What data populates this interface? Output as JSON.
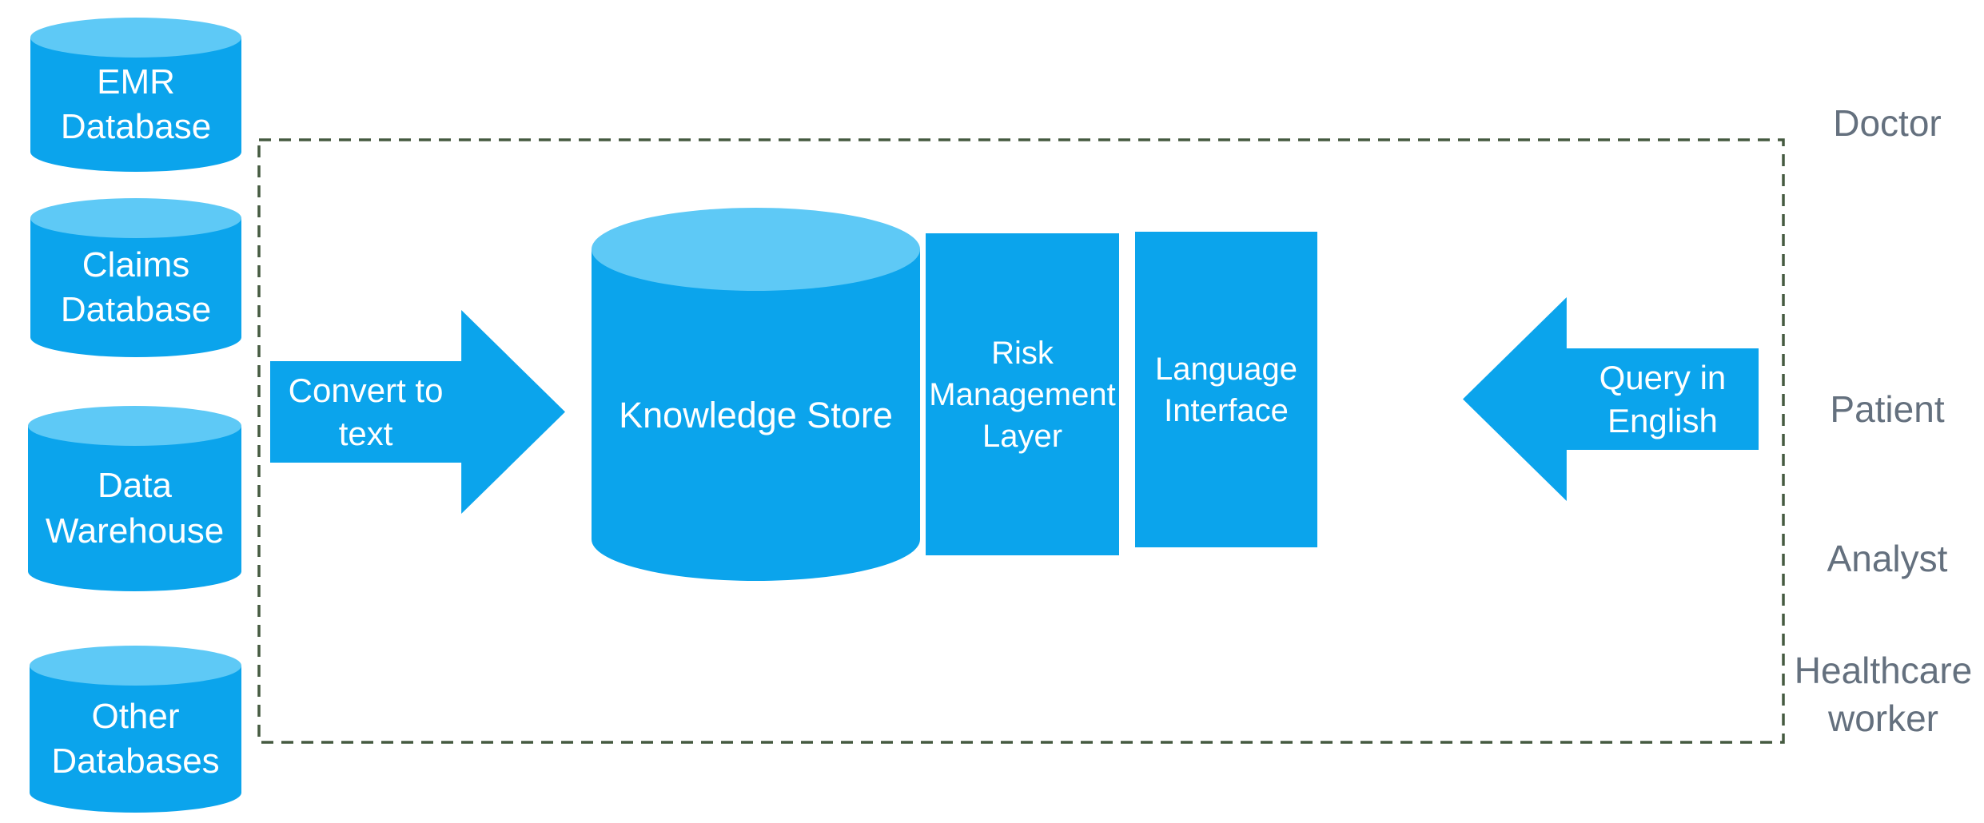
{
  "theme": {
    "shape_blue": "#0ba4ec",
    "cylinder_top_blue": "#5ec9f6",
    "boundary_green": "#455a40",
    "actor_text_gray": "#64707e",
    "shape_text_white": "#ffffff",
    "background": "#ffffff"
  },
  "sources": [
    {
      "label": "EMR\nDatabase"
    },
    {
      "label": "Claims\nDatabase"
    },
    {
      "label": "Data\nWarehouse"
    },
    {
      "label": "Other\nDatabases"
    }
  ],
  "pipeline": {
    "convert_arrow_label": "Convert to\ntext",
    "knowledge_store_label": "Knowledge Store",
    "risk_layer_label": "Risk\nManagement\nLayer",
    "language_interface_label": "Language\nInterface",
    "query_arrow_label": "Query in\nEnglish"
  },
  "actors": [
    {
      "label": "Doctor"
    },
    {
      "label": "Patient"
    },
    {
      "label": "Analyst"
    },
    {
      "label": "Healthcare\nworker"
    }
  ]
}
